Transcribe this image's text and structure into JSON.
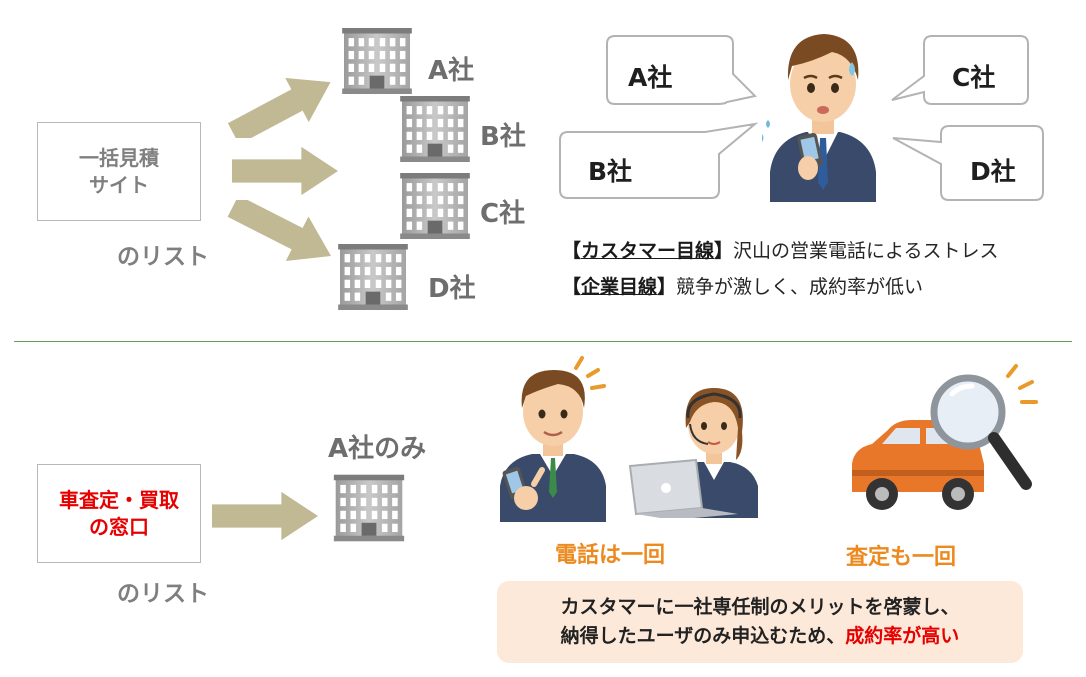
{
  "top": {
    "site_box": {
      "line1": "一括見積",
      "line2": "サイト"
    },
    "list_label": "のリスト",
    "companies": [
      "A社",
      "B社",
      "C社",
      "D社"
    ],
    "bubbles": [
      "A社",
      "B社",
      "C社",
      "D社"
    ],
    "customer_view": {
      "label": "カスタマー目線",
      "text": "沢山の営業電話によるストレス"
    },
    "company_view": {
      "label": "企業目線",
      "text": "競争が激しく、成約率が低い"
    }
  },
  "bottom": {
    "site_box": {
      "line1": "車査定・買取",
      "line2": "の窓口"
    },
    "list_label": "のリスト",
    "company_only": "A社のみ",
    "phone_once": "電話は一回",
    "appraisal_once": "査定も一回",
    "callout": {
      "line1": "カスタマーに一社専任制のメリットを啓蒙し、",
      "line2_prefix": "納得したユーザのみ申込むため、",
      "line2_highlight": "成約率が高い"
    }
  },
  "colors": {
    "arrow": "#c1b994",
    "divider": "#6b9b5a",
    "highlight": "#e60000",
    "label_orange": "#ec8a1f",
    "callout_bg": "#fde9d9"
  }
}
